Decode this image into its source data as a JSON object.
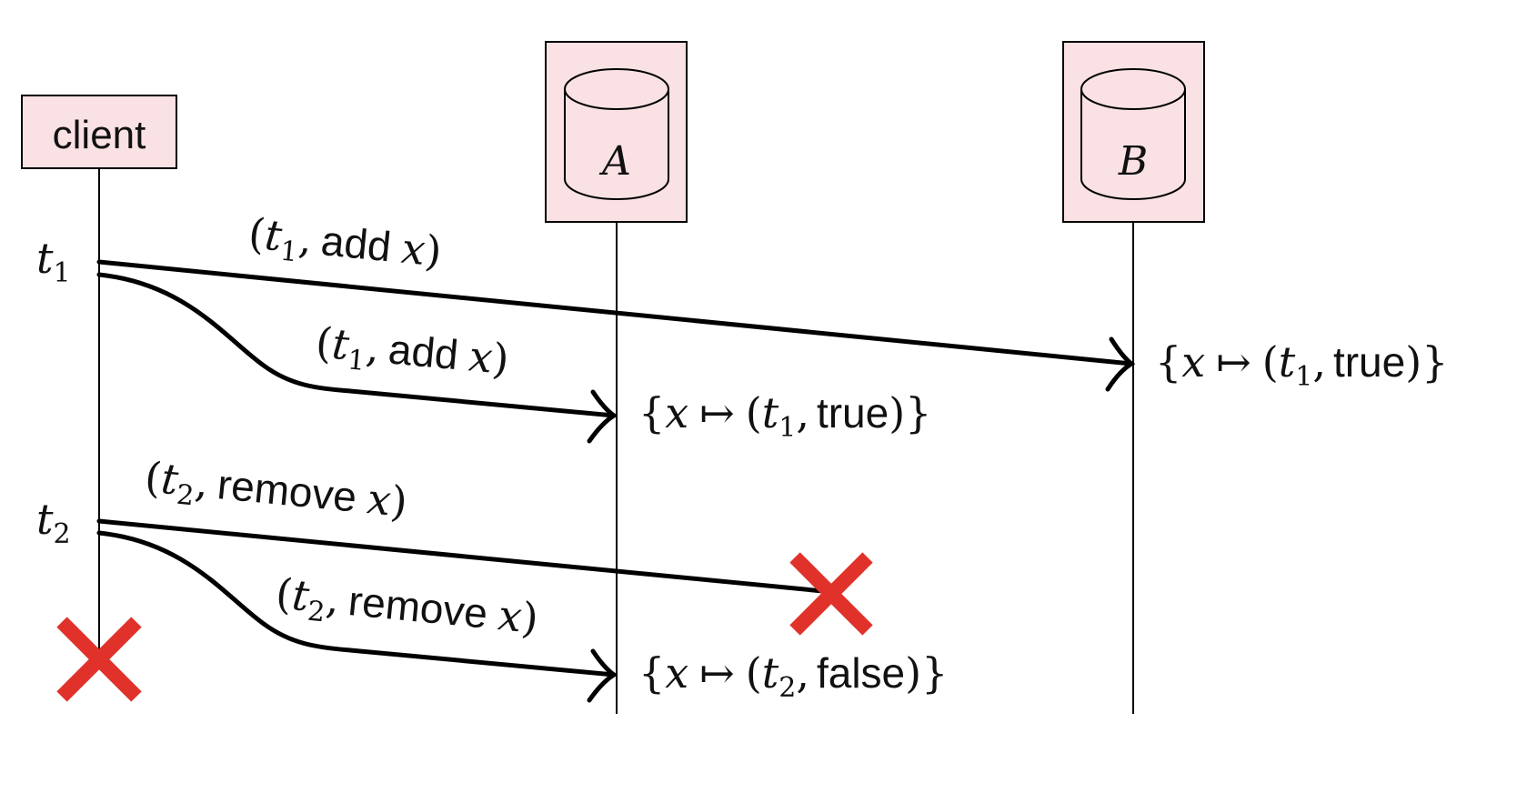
{
  "colors": {
    "box_fill": "#f9e1e4",
    "failure_cross": "#e0322b",
    "ink": "#000000"
  },
  "actors": {
    "client": {
      "label": "client"
    },
    "replica_a": {
      "label": "A",
      "icon": "database-icon"
    },
    "replica_b": {
      "label": "B",
      "icon": "database-icon"
    }
  },
  "timestamps": {
    "t1": {
      "base": "t",
      "sub": "1"
    },
    "t2": {
      "base": "t",
      "sub": "2"
    }
  },
  "messages": {
    "m1_to_b": {
      "open": "(",
      "t": "t",
      "sub": "1",
      "comma": ",",
      "op": "add",
      "var": "x",
      "close": ")"
    },
    "m1_to_a": {
      "open": "(",
      "t": "t",
      "sub": "1",
      "comma": ",",
      "op": "add",
      "var": "x",
      "close": ")"
    },
    "m2_lost": {
      "open": "(",
      "t": "t",
      "sub": "2",
      "comma": ",",
      "op": "remove",
      "var": "x",
      "close": ")"
    },
    "m2_to_a": {
      "open": "(",
      "t": "t",
      "sub": "2",
      "comma": ",",
      "op": "remove",
      "var": "x",
      "close": ")"
    }
  },
  "states": {
    "b_state": {
      "lbrace": "{",
      "var": "x",
      "maps": "↦",
      "open": "(",
      "t": "t",
      "sub": "1",
      "comma": ",",
      "val": "true",
      "close": ")",
      "rbrace": "}"
    },
    "a_state_1": {
      "lbrace": "{",
      "var": "x",
      "maps": "↦",
      "open": "(",
      "t": "t",
      "sub": "1",
      "comma": ",",
      "val": "true",
      "close": ")",
      "rbrace": "}"
    },
    "a_state_2": {
      "lbrace": "{",
      "var": "x",
      "maps": "↦",
      "open": "(",
      "t": "t",
      "sub": "2",
      "comma": ",",
      "val": "false",
      "close": ")",
      "rbrace": "}"
    }
  },
  "failures": {
    "message_lost": {
      "icon": "cross-icon"
    },
    "client_crash": {
      "icon": "cross-icon"
    }
  }
}
